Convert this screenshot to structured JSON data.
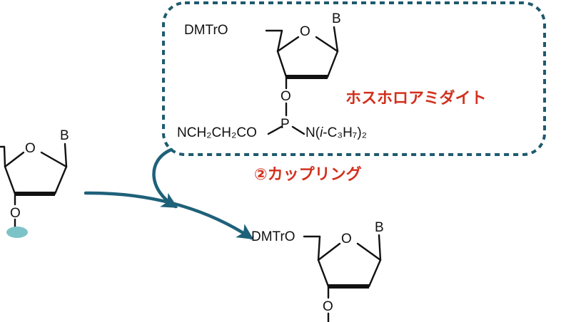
{
  "colors": {
    "accent_red": "#d2301e",
    "arrow_teal": "#1e6179",
    "dashed_box": "#1e5a6e",
    "support_bead": "#7cc3c8"
  },
  "amidite": {
    "protecting_group": "DMTrO",
    "base": "B",
    "ring_oxygen": "O",
    "linker_oxygen": "O",
    "phosphorus": "P",
    "left_substituent": "NCH₂CH₂CO",
    "right_amine_prefix": "N(",
    "right_amine_italic": "i",
    "right_amine_suffix": "-C₃H₇)₂"
  },
  "label_phosphoramidite": "ホスホロアミダイト",
  "label_step": "②カップリング",
  "support_nucleoside": {
    "base": "B",
    "ring_oxygen": "O",
    "linker_oxygen": "O"
  },
  "product": {
    "protecting_group": "DMTrO",
    "base": "B",
    "ring_oxygen": "O",
    "linker_oxygen": "O"
  },
  "icons": {
    "arrow": "curved-arrow-icon",
    "bead": "solid-support-bead-icon"
  }
}
